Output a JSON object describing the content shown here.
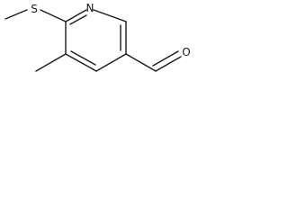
{
  "molecule": {
    "atoms": {
      "sulfur": "S",
      "nitrogen": "N",
      "oxygen": "O"
    },
    "colors": {
      "bond": "#1a1a1a",
      "background": "#ffffff"
    }
  }
}
